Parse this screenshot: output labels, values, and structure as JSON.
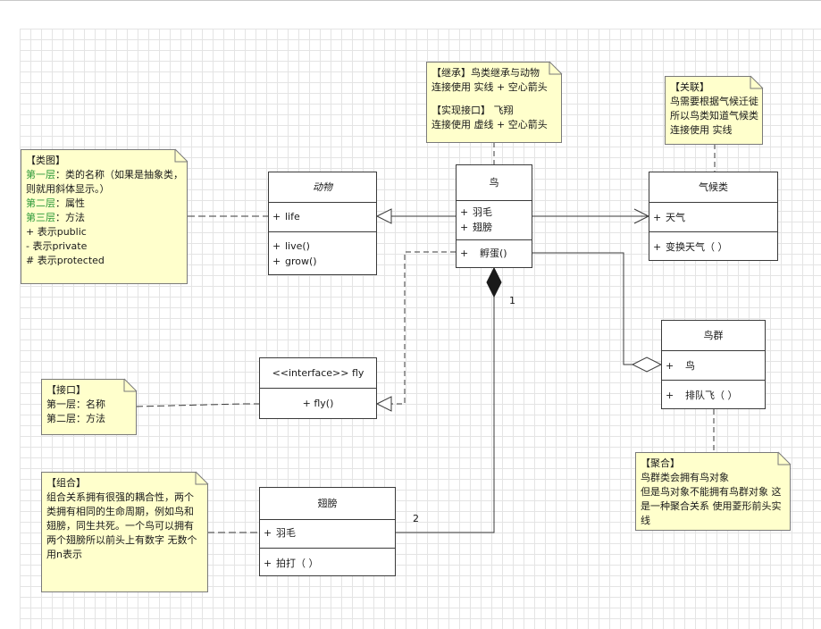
{
  "classes": {
    "animal": {
      "name": "动物",
      "attrs": [
        {
          "vis": "+",
          "name": "life"
        }
      ],
      "methods": [
        {
          "vis": "+",
          "name": "live()"
        },
        {
          "vis": "+",
          "name": "grow()"
        }
      ]
    },
    "bird": {
      "name": "鸟",
      "attrs": [
        {
          "vis": "+",
          "name": "羽毛"
        },
        {
          "vis": "+",
          "name": "翅膀"
        }
      ],
      "methods": [
        {
          "vis": "+",
          "name": "孵蛋()"
        }
      ]
    },
    "climate": {
      "name": "气候类",
      "attrs": [
        {
          "vis": "+",
          "name": "天气"
        }
      ],
      "methods": [
        {
          "vis": "+",
          "name": "变换天气（ ）"
        }
      ]
    },
    "flock": {
      "name": "鸟群",
      "attrs": [
        {
          "vis": "+",
          "name": "鸟"
        }
      ],
      "methods": [
        {
          "vis": "+",
          "name": "排队飞（ ）"
        }
      ]
    },
    "fly": {
      "name": "<<interface>> fly",
      "methods": [
        "+ fly()"
      ]
    },
    "wing": {
      "name": "翅膀",
      "attrs": [
        {
          "vis": "+",
          "name": "羽毛"
        }
      ],
      "methods": [
        {
          "vis": "+",
          "name": "拍打（ ）"
        }
      ]
    }
  },
  "notes": {
    "class_diagram": {
      "title": "【类图】",
      "l1_label": "第一层",
      "l1_text": "：类的名称（如果是抽象类，",
      "l1_text2": "则就用斜体显示。）",
      "l2_label": "第二层",
      "l2_text": "：属性",
      "l3_label": "第三层",
      "l3_text": "：方法",
      "pub": "+ 表示public",
      "priv": "- 表示private",
      "prot": "# 表示protected"
    },
    "inheritance": {
      "l1": "【继承】鸟类继承与动物",
      "l2": "连接使用 实线 + 空心箭头",
      "l3": "【实现接口】 飞翔",
      "l4": "连接使用 虚线 + 空心箭头"
    },
    "association": {
      "l1": "【关联】",
      "l2": "鸟需要根据气候迁徙",
      "l3": "所以鸟类知道气候类",
      "l4": "连接使用 实线"
    },
    "interface": {
      "l1": "【接口】",
      "l2": "第一层：名称",
      "l3": "第二层：方法"
    },
    "composition": {
      "l1": "【组合】",
      "body": "组合关系拥有很强的耦合性，两个类拥有相同的生命周期，例如鸟和翅膀，同生共死。一个鸟可以拥有两个翅膀所以前头上有数字 无数个用n表示"
    },
    "aggregation": {
      "l1": "【聚合】",
      "l2": "鸟群类会拥有鸟对象",
      "body": "但是鸟对象不能拥有鸟群对象 这是一种聚合关系 使用菱形前头实线"
    }
  },
  "multiplicity": {
    "bird_end": "1",
    "wing_end": "2"
  }
}
